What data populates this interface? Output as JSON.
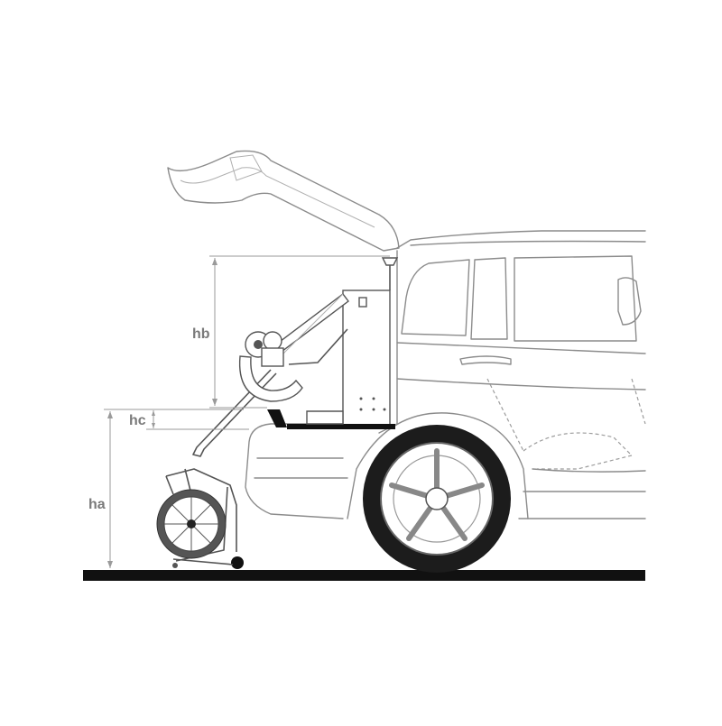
{
  "dimensions": {
    "ha": "ha",
    "hb": "hb",
    "hc": "hc"
  }
}
